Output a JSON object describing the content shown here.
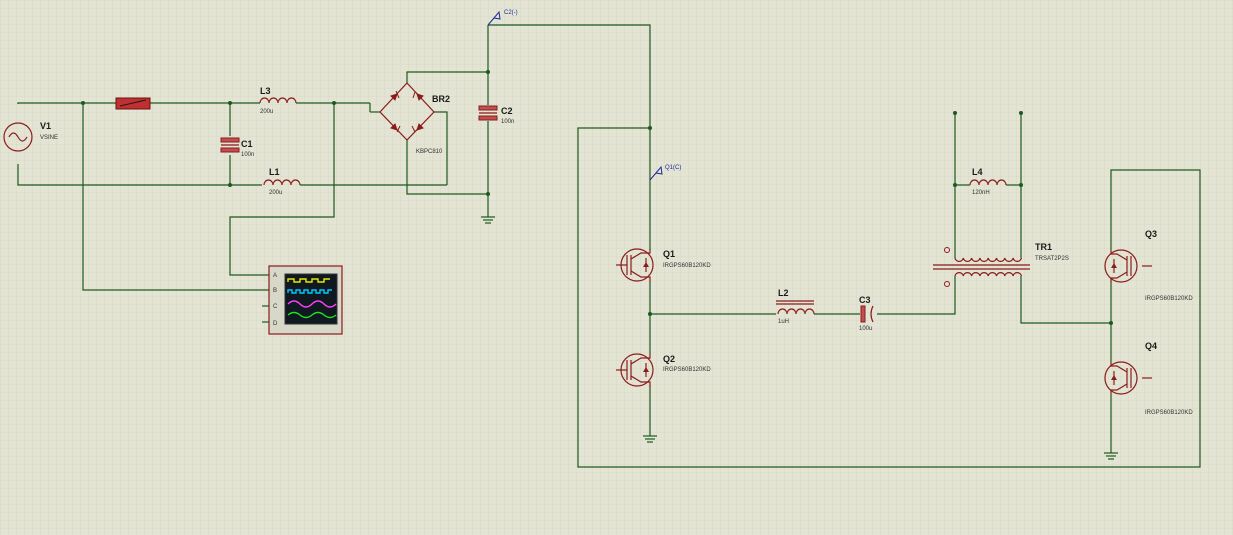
{
  "components": {
    "V1": {
      "ref": "V1",
      "value": "VSINE"
    },
    "L3": {
      "ref": "L3",
      "value": "200u"
    },
    "C1": {
      "ref": "C1",
      "value": "100n"
    },
    "L1": {
      "ref": "L1",
      "value": "200u"
    },
    "BR2": {
      "ref": "BR2",
      "value": "KBPC810"
    },
    "C2": {
      "ref": "C2",
      "value": "100n"
    },
    "Q1": {
      "ref": "Q1",
      "value": "IRGPS60B120KD"
    },
    "Q2": {
      "ref": "Q2",
      "value": "IRGPS60B120KD"
    },
    "L2": {
      "ref": "L2",
      "value": "1uH"
    },
    "C3": {
      "ref": "C3",
      "value": "100u"
    },
    "L4": {
      "ref": "L4",
      "value": "120nH"
    },
    "TR1": {
      "ref": "TR1",
      "value": "TRSAT2P2S"
    },
    "Q3": {
      "ref": "Q3",
      "value": "IRGPS60B120KD"
    },
    "Q4": {
      "ref": "Q4",
      "value": "IRGPS60B120KD"
    }
  },
  "probes": {
    "c2": "C2(-)",
    "q1": "Q1(C)"
  },
  "scope": {
    "pins": [
      "A",
      "B",
      "C",
      "D"
    ],
    "trace_colors": [
      "#e8e800",
      "#00c8ff",
      "#ff40ff",
      "#20e020"
    ]
  },
  "colors": {
    "background": "#e4e4d4",
    "grid": "#cfcfbd",
    "wire": "#1d5a1d",
    "component": "#8a1c1c"
  }
}
